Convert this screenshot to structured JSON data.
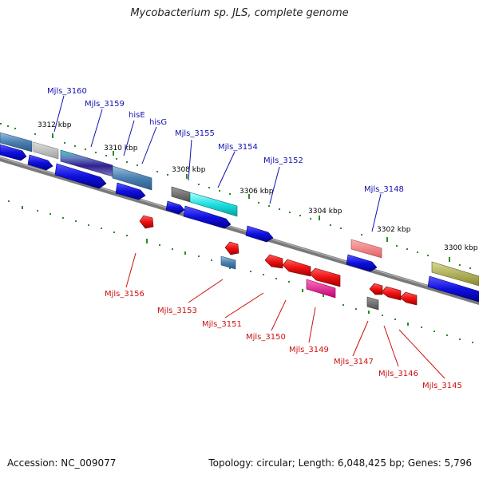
{
  "title": "Mycobacterium sp. JLS, complete genome",
  "accession_text": "Accession: NC_009077",
  "summary_text": "Topology: circular; Length: 6,048,425 bp; Genes: 5,796",
  "kbp_labels": [
    "3312 kbp",
    "3310 kbp",
    "3308 kbp",
    "3306 kbp",
    "3304 kbp",
    "3302 kbp",
    "3300 kbp"
  ],
  "gene_labels_top": [
    "Mjls_3160",
    "Mjls_3159",
    "hisE",
    "hisG",
    "Mjls_3155",
    "Mjls_3154",
    "Mjls_3152",
    "Mjls_3148"
  ],
  "gene_labels_bottom": [
    "Mjls_3156",
    "Mjls_3153",
    "Mjls_3151",
    "Mjls_3150",
    "Mjls_3149",
    "Mjls_3147",
    "Mjls_3146",
    "Mjls_3145"
  ],
  "colors": {
    "forward_strand": "#1010b0",
    "reverse_strand": "#cc1010",
    "backbone": "#808080",
    "ticks": "#2a8a2a"
  }
}
